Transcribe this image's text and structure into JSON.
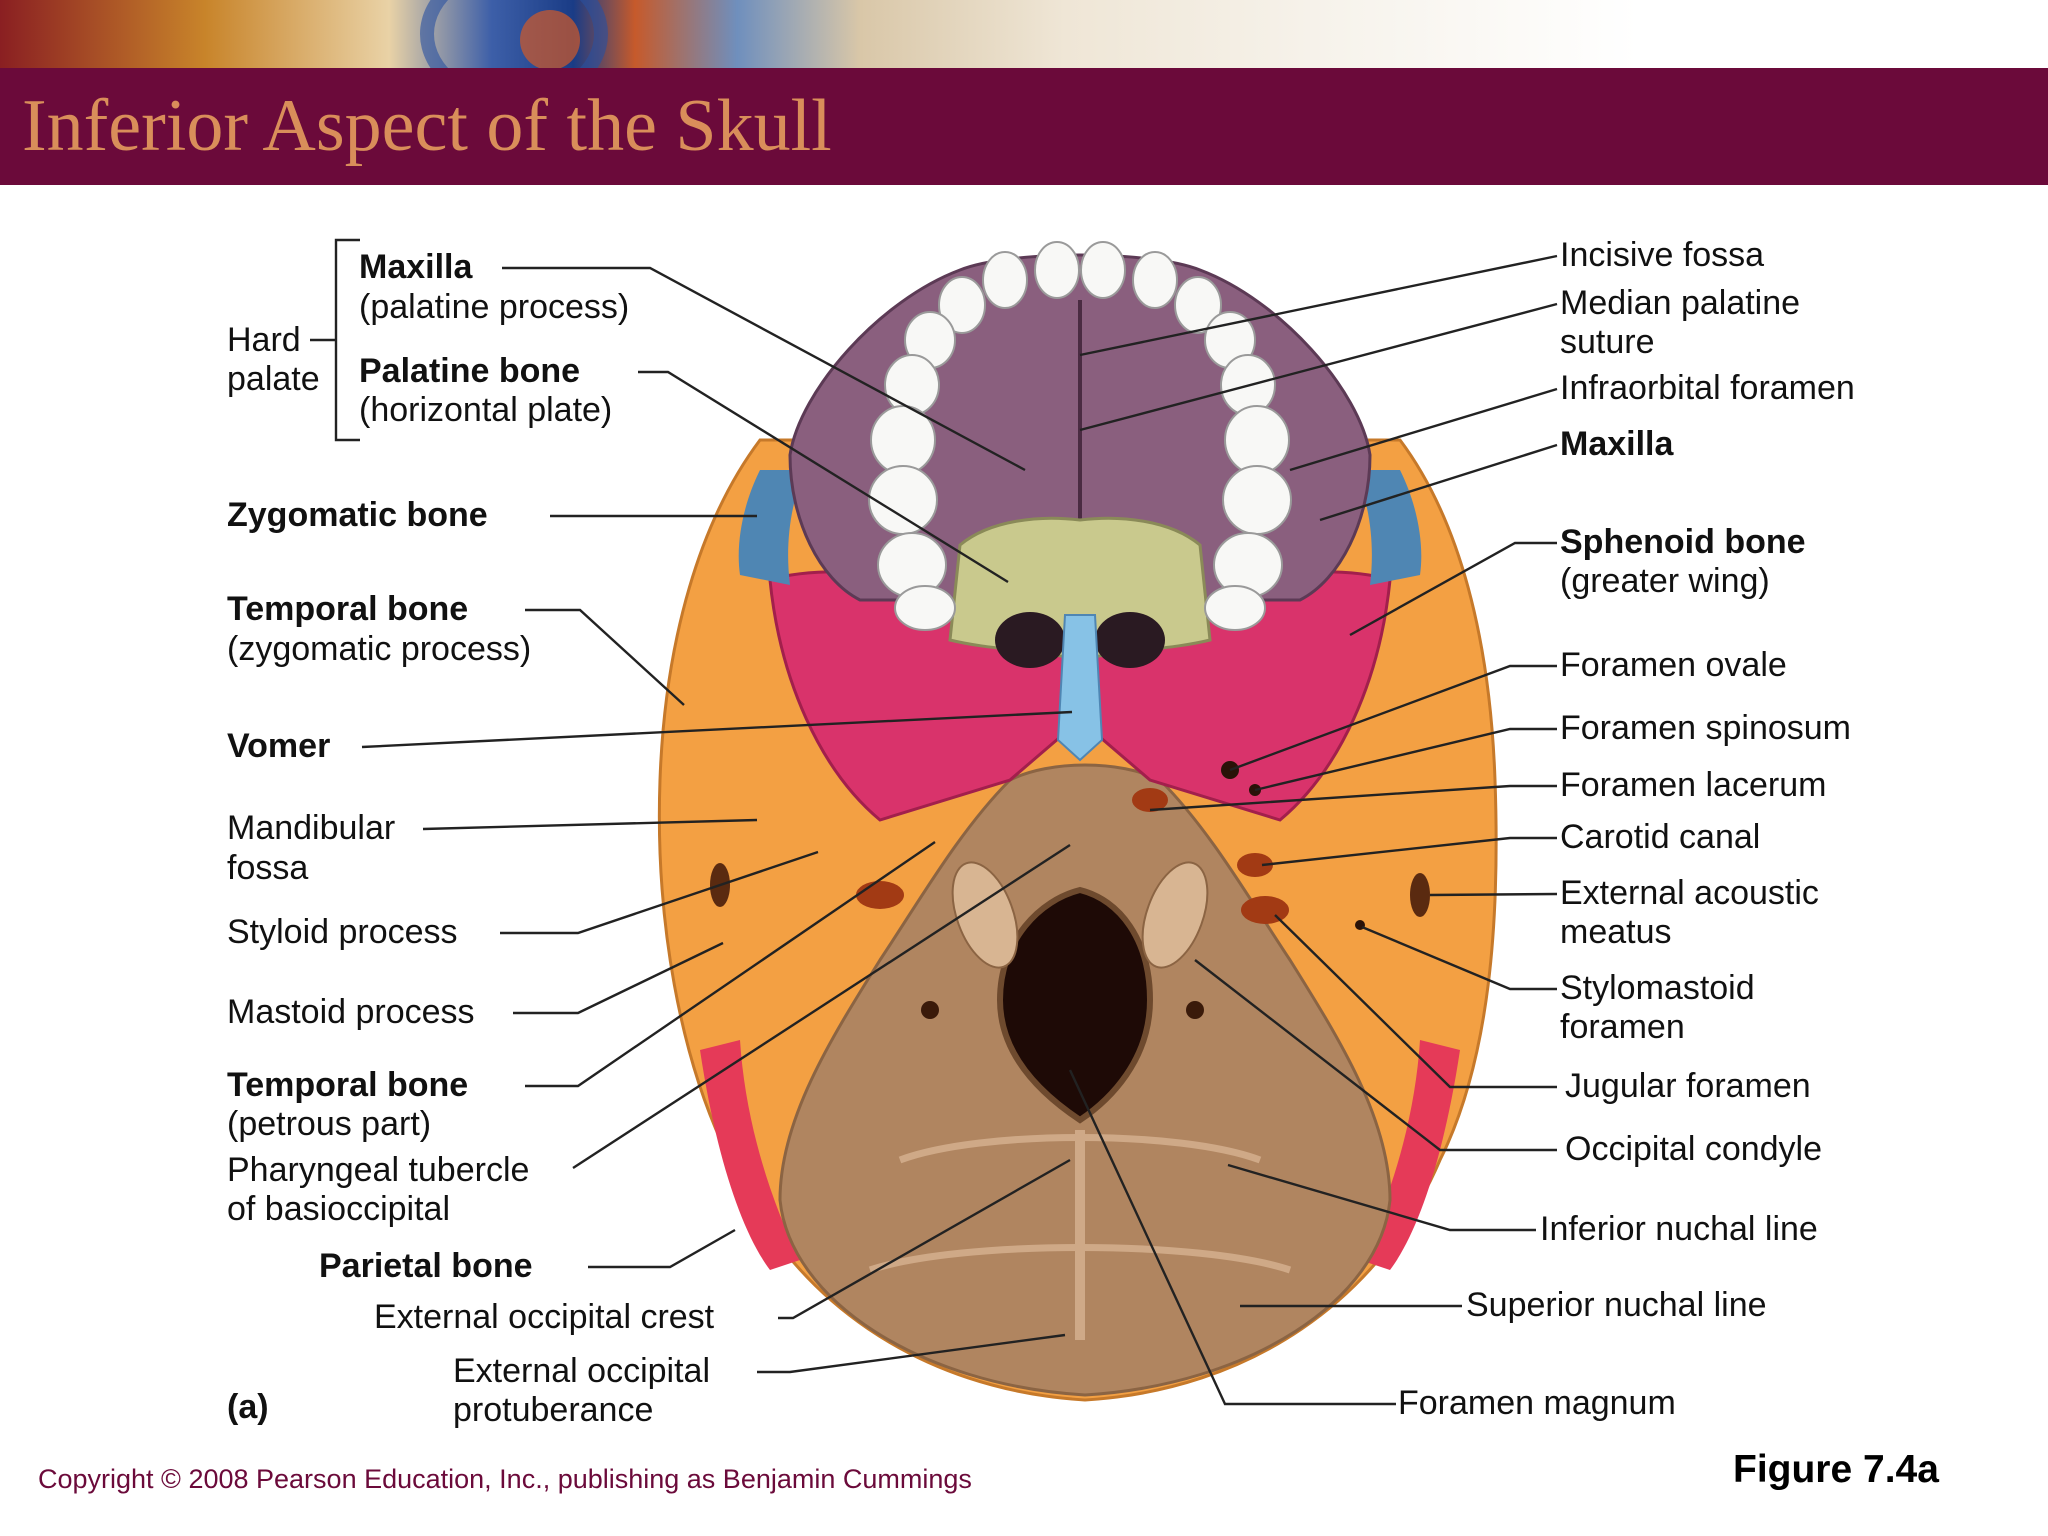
{
  "title": "Inferior Aspect of the Skull",
  "figure_number": "Figure 7.4a",
  "copyright": "Copyright © 2008 Pearson Education, Inc., publishing as Benjamin Cummings",
  "panel_letter": "(a)",
  "colors": {
    "title_bar": "#6b0a3a",
    "title_text": "#d98e5a",
    "maxilla": "#8a5f7e",
    "palatine": "#c9c98d",
    "sphenoid": "#d9336b",
    "zygomatic": "#4f86b3",
    "temporal": "#f3a043",
    "occipital": "#b08560",
    "vomer": "#87c2e6",
    "parietal": "#e53a58"
  },
  "labels": {
    "hard_palate_1": "Hard",
    "hard_palate_2": "palate",
    "maxilla_palatine": "Maxilla",
    "maxilla_palatine_sub": "(palatine process)",
    "palatine_bone": "Palatine bone",
    "palatine_bone_sub": "(horizontal plate)",
    "zygomatic_bone": "Zygomatic bone",
    "temporal_zyg": "Temporal bone",
    "temporal_zyg_sub": "(zygomatic process)",
    "vomer": "Vomer",
    "mandibular_1": "Mandibular",
    "mandibular_2": "fossa",
    "styloid": "Styloid process",
    "mastoid": "Mastoid process",
    "temporal_pet": "Temporal bone",
    "temporal_pet_sub": "(petrous part)",
    "pharyngeal_1": "Pharyngeal tubercle",
    "pharyngeal_2": "of basioccipital",
    "parietal": "Parietal bone",
    "ext_occ_crest": "External occipital crest",
    "ext_occ_prot_1": "External occipital",
    "ext_occ_prot_2": "protuberance",
    "incisive_fossa": "Incisive fossa",
    "median_palatine_1": "Median palatine",
    "median_palatine_2": "suture",
    "infraorbital": "Infraorbital foramen",
    "maxilla_right": "Maxilla",
    "sphenoid": "Sphenoid bone",
    "sphenoid_sub": "(greater wing)",
    "foramen_ovale": "Foramen ovale",
    "foramen_spinosum": "Foramen spinosum",
    "foramen_lacerum": "Foramen lacerum",
    "carotid": "Carotid canal",
    "ext_acoustic_1": "External acoustic",
    "ext_acoustic_2": "meatus",
    "stylomastoid_1": "Stylomastoid",
    "stylomastoid_2": "foramen",
    "jugular": "Jugular foramen",
    "occipital_condyle": "Occipital condyle",
    "inferior_nuchal": "Inferior nuchal line",
    "superior_nuchal": "Superior nuchal line",
    "foramen_magnum": "Foramen magnum"
  }
}
